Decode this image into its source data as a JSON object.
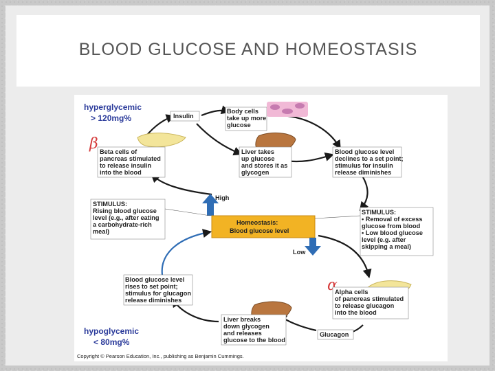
{
  "slide": {
    "title": "BLOOD GLUCOSE AND HOMEOSTASIS"
  },
  "diagram": {
    "hyperglycemic_label": "hyperglycemic",
    "hyperglycemic_value": "> 120mg%",
    "hypoglycemic_label": "hypoglycemic",
    "hypoglycemic_value": "< 80mg%",
    "beta_symbol": "β",
    "alpha_symbol": "α",
    "insulin_label": "Insulin",
    "glucagon_label": "Glucagon",
    "body_cells": [
      "Body cells",
      "take up more",
      "glucose"
    ],
    "beta_cells": [
      "Beta cells of",
      "pancreas stimulated",
      "to release insulin",
      "into the blood"
    ],
    "liver_takes": [
      "Liver takes",
      "up glucose",
      "and stores it as",
      "glycogen"
    ],
    "declines": [
      "Blood glucose level",
      "declines to a set point;",
      "stimulus for insulin",
      "release diminishes"
    ],
    "high_label": "High",
    "low_label": "Low",
    "stimulus_left": [
      "STIMULUS:",
      "Rising blood glucose",
      "level (e.g., after eating",
      "a carbohydrate-rich",
      "meal)"
    ],
    "homeostasis_title": "Homeostasis:",
    "homeostasis_sub": "Blood glucose level",
    "stimulus_right": [
      "STIMULUS:",
      "• Removal of excess",
      "  glucose from blood",
      "• Low blood glucose",
      "  level (e.g. after",
      "  skipping a meal)"
    ],
    "rises": [
      "Blood glucose level",
      "rises to set point;",
      "stimulus for glucagon",
      "release diminishes"
    ],
    "alpha_cells": [
      "Alpha cells",
      "of pancreas stimulated",
      "to release glucagon",
      "into the blood"
    ],
    "liver_breaks": [
      "Liver breaks",
      "down glycogen",
      "and releases",
      "glucose to the blood"
    ],
    "copyright": "Copyright © Pearson Education, Inc., publishing as Benjamin Cummings."
  }
}
